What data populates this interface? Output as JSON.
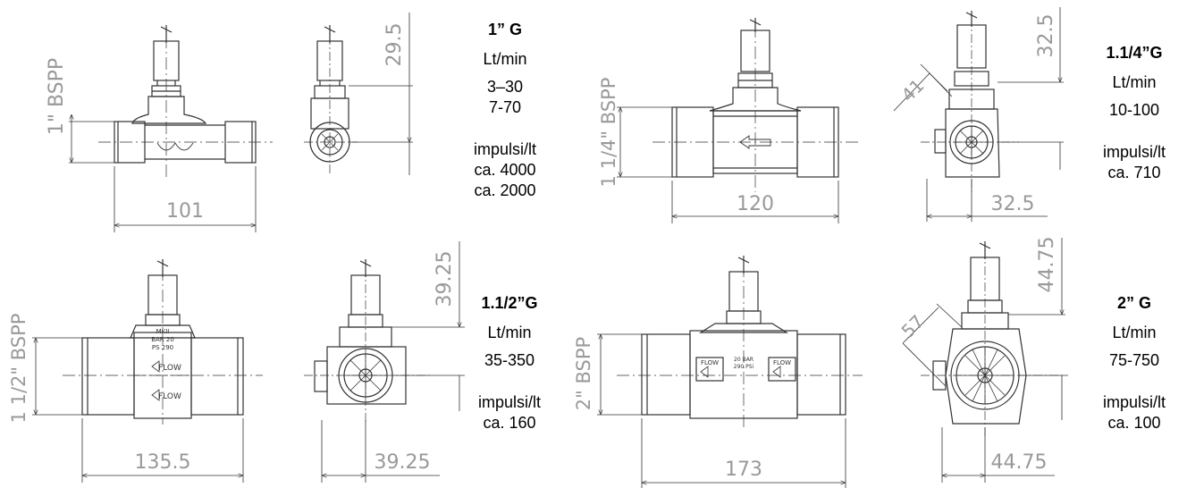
{
  "panels": [
    {
      "size": "1” G",
      "flow_unit": "Lt/min",
      "flow_ranges": [
        "3–30",
        "7-70"
      ],
      "pulse_unit": "impulsi/lt",
      "pulses": [
        "ca. 4000",
        "ca. 2000"
      ],
      "thread_label": "1\" BSPP",
      "length_label": "101",
      "height_label": "29.5"
    },
    {
      "size": "1.1/4”G",
      "flow_unit": "Lt/min",
      "flow_ranges": [
        "10-100"
      ],
      "pulse_unit": "impulsi/lt",
      "pulses": [
        "ca. 710"
      ],
      "thread_label": "1 1/4\" BSPP",
      "length_label": "120",
      "height_label": "32.5",
      "diag_label": "41",
      "side_label": "32.5"
    },
    {
      "size": "1.1/2”G",
      "flow_unit": "Lt/min",
      "flow_ranges": [
        "35-350"
      ],
      "pulse_unit": "impulsi/lt",
      "pulses": [
        "ca. 160"
      ],
      "thread_label": "1 1/2\" BSPP",
      "length_label": "135.5",
      "height_label": "39.25",
      "side_label": "39.25",
      "body_marks": [
        "MKII",
        "BAR 20",
        "PS 290",
        "FLOW",
        "FLOW"
      ]
    },
    {
      "size": "2” G",
      "flow_unit": "Lt/min",
      "flow_ranges": [
        "75-750"
      ],
      "pulse_unit": "impulsi/lt",
      "pulses": [
        "ca. 100"
      ],
      "thread_label": "2\" BSPP",
      "length_label": "173",
      "height_label": "44.75",
      "diag_label": "57",
      "side_label": "44.75",
      "body_marks": [
        "FLOW",
        "20 BAR",
        "290 PSi",
        "FLOW"
      ]
    }
  ],
  "colors": {
    "line": "#333333",
    "dim_text": "#999999"
  }
}
